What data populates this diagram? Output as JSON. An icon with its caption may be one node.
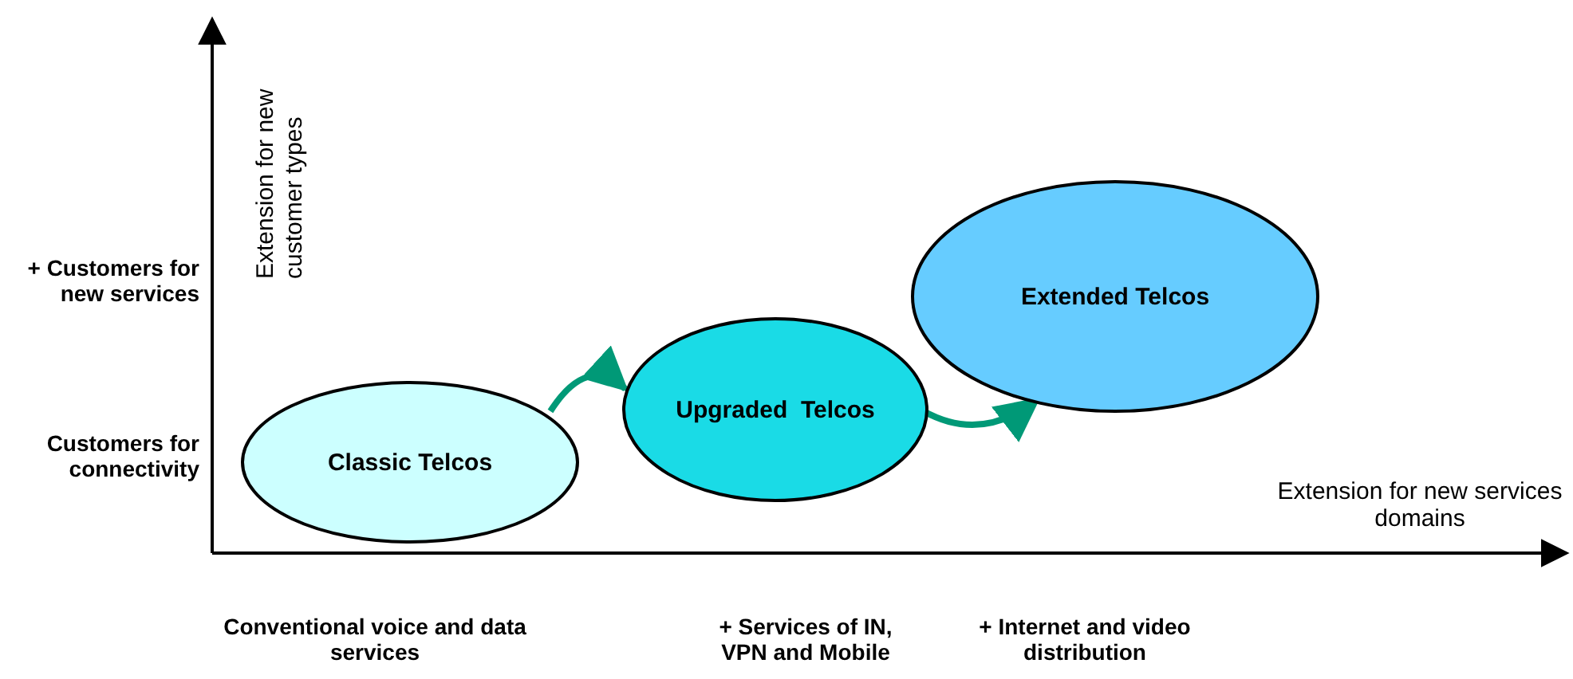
{
  "diagram": {
    "nodes": [
      {
        "text": [
          "Classic Telcos"
        ]
      },
      {
        "text": [
          "Upgraded  Telcos"
        ]
      },
      {
        "text": [
          "Extended Telcos"
        ]
      }
    ],
    "edges": [
      {
        "from": 0,
        "to": 1,
        "arrow": "to"
      },
      {
        "from": 1,
        "to": 2,
        "arrow": "to"
      }
    ],
    "labels": [
      "Extension for new customer types",
      "+ Customers for new services",
      "Customers for connectivity",
      "Extension for new services domains",
      "Conventional voice and data services",
      "+ Services of IN, VPN and Mobile",
      "+ Internet and video distribution"
    ]
  }
}
